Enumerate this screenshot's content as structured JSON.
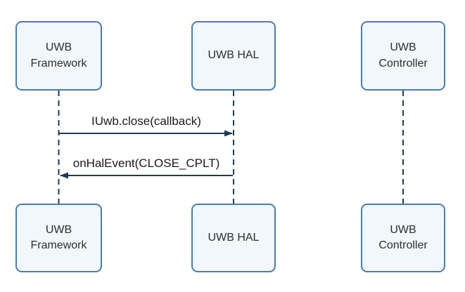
{
  "colors": {
    "background": "#ffffff",
    "actor_fill": "#f0f8fd",
    "actor_border": "#4e7ca6",
    "line": "#1f3b54",
    "message_text": "#1a1a1a",
    "actor_text": "#2d2d2d"
  },
  "actors": {
    "framework": {
      "label": "UWB\nFramework"
    },
    "hal": {
      "label": "UWB HAL"
    },
    "controller": {
      "label": "UWB\nController"
    }
  },
  "messages": [
    {
      "label": "IUwb.close(callback)",
      "from": "UWB Framework",
      "to": "UWB HAL",
      "direction": "right"
    },
    {
      "label": "onHalEvent(CLOSE_CPLT)",
      "from": "UWB HAL",
      "to": "UWB Framework",
      "direction": "left"
    }
  ]
}
